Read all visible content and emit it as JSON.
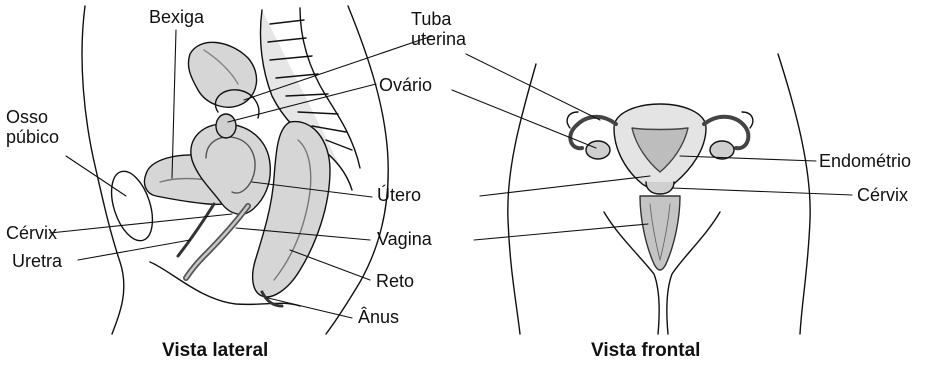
{
  "labels": {
    "bexiga": "Bexiga",
    "tuba_line1": "Tuba",
    "tuba_line2": "uterina",
    "ovario": "Ovário",
    "osso_line1": "Osso",
    "osso_line2": "púbico",
    "endometrio": "Endométrio",
    "utero": "Útero",
    "cervix_left": "Cérvix",
    "cervix_right": "Cérvix",
    "uretra": "Uretra",
    "vagina": "Vagina",
    "reto": "Reto",
    "anus": "Ânus"
  },
  "captions": {
    "lateral": "Vista lateral",
    "frontal": "Vista frontal"
  },
  "colors": {
    "line": "#111111",
    "organ_fill": "#d6d6d6",
    "organ_dark": "#9a9a9a",
    "background": "#ffffff"
  }
}
